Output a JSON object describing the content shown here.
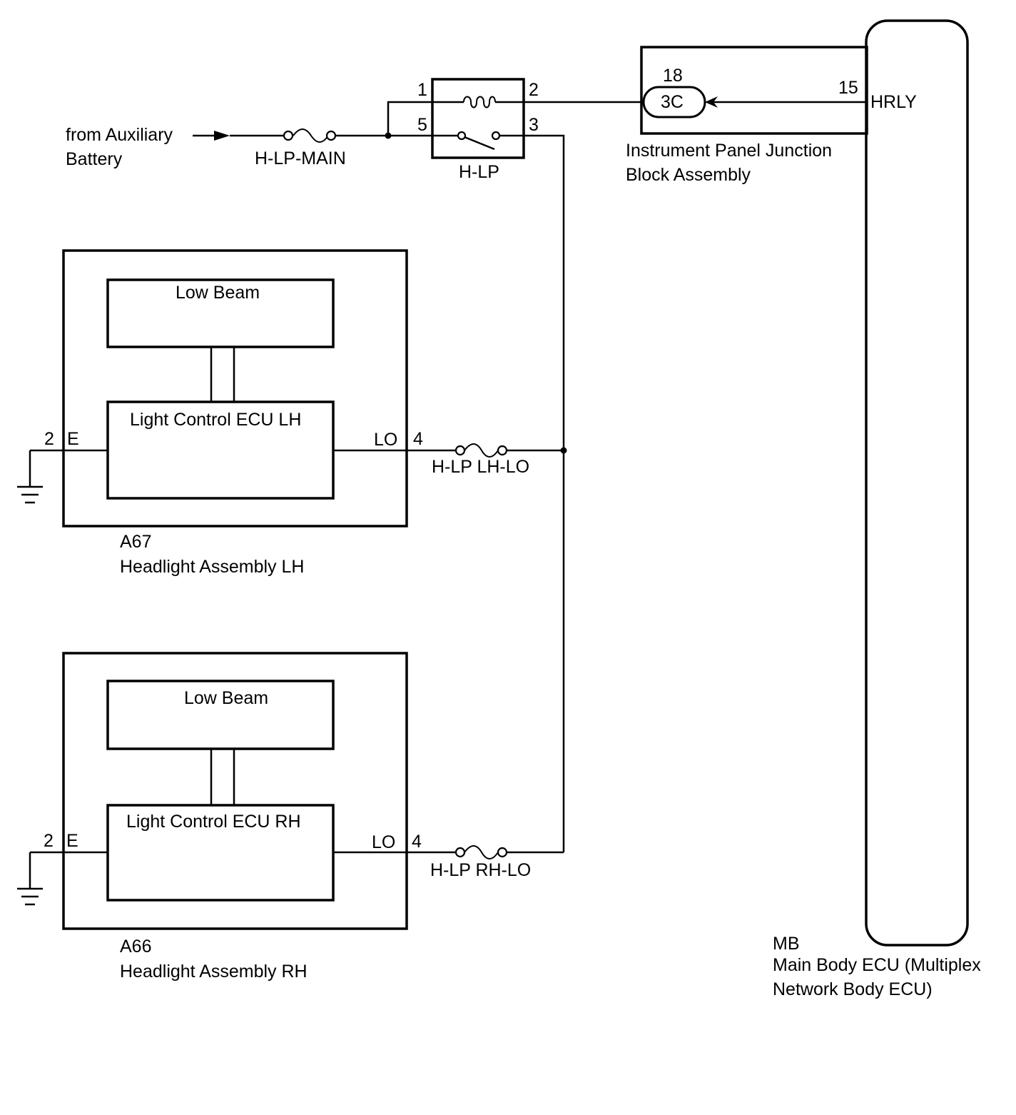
{
  "source": {
    "line1": "from Auxiliary",
    "line2": "Battery"
  },
  "fuses": {
    "main": "H-LP-MAIN",
    "lh": "H-LP LH-LO",
    "rh": "H-LP RH-LO"
  },
  "relay": {
    "name": "H-LP",
    "pin1": "1",
    "pin2": "2",
    "pin3": "3",
    "pin5": "5"
  },
  "junction": {
    "line1": "Instrument Panel Junction",
    "line2": "Block Assembly",
    "connector": "3C",
    "pin": "18"
  },
  "ecu": {
    "terminal": "HRLY",
    "pin": "15",
    "code": "MB",
    "line1": "Main Body ECU (Multiplex",
    "line2": "Network Body ECU)"
  },
  "lh": {
    "code": "A67",
    "name": "Headlight Assembly LH",
    "lamp": "Low Beam",
    "controller": "Light Control ECU LH",
    "pin_ground": "2",
    "term_ground": "E",
    "term_lo": "LO",
    "pin_lo": "4"
  },
  "rh": {
    "code": "A66",
    "name": "Headlight Assembly RH",
    "lamp": "Low Beam",
    "controller": "Light Control ECU RH",
    "pin_ground": "2",
    "term_ground": "E",
    "term_lo": "LO",
    "pin_lo": "4"
  }
}
